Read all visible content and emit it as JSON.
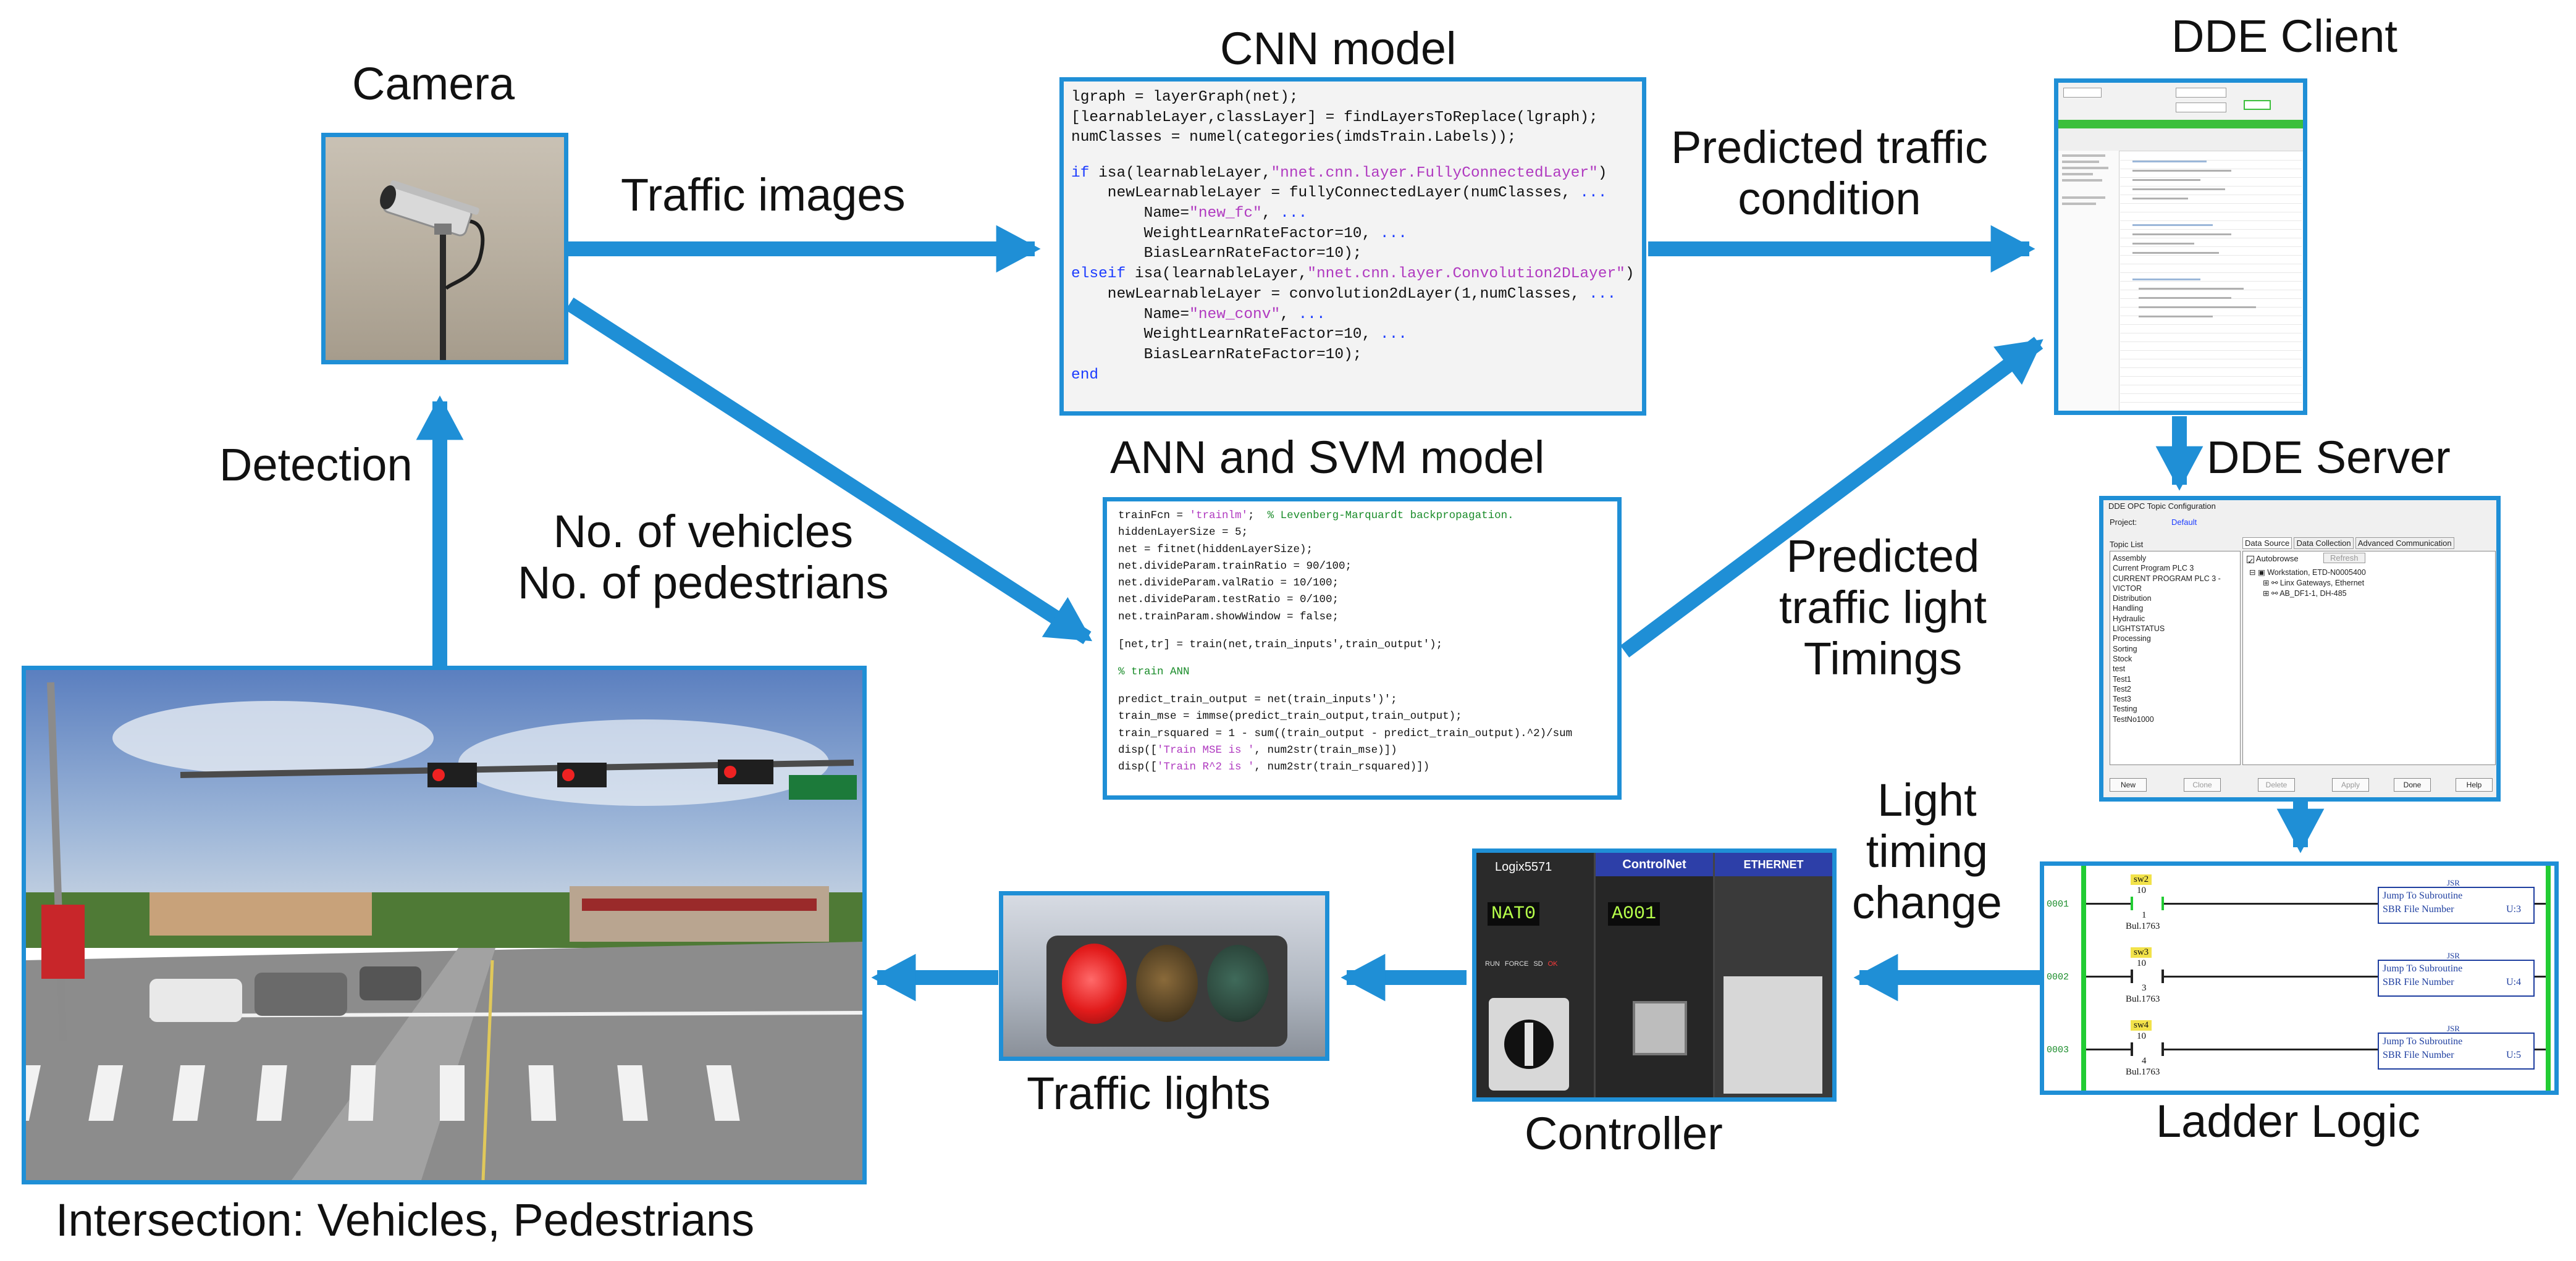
{
  "labels": {
    "camera": "Camera",
    "traffic_images": "Traffic images",
    "cnn_model": "CNN model",
    "predicted_traffic_condition": [
      "Predicted traffic",
      "condition"
    ],
    "dde_client": "DDE Client",
    "detection": "Detection",
    "counts": [
      "No. of vehicles",
      "No. of pedestrians"
    ],
    "ann_svm_model": "ANN and SVM model",
    "predicted_timings": [
      "Predicted",
      "traffic light",
      "Timings"
    ],
    "dde_server": "DDE Server",
    "light_timing_change": [
      "Light",
      "timing",
      "change"
    ],
    "traffic_lights": "Traffic lights",
    "controller": "Controller",
    "ladder_logic": "Ladder Logic",
    "intersection": "Intersection: Vehicles, Pedestrians"
  },
  "cnn_code": [
    [
      {
        "t": "lgraph = layerGraph(net);",
        "c": ""
      }
    ],
    [
      {
        "t": "[learnableLayer,classLayer] = findLayersToReplace(lgraph);",
        "c": ""
      }
    ],
    [
      {
        "t": "numClasses = numel(categories(imdsTrain.Labels));",
        "c": ""
      }
    ],
    [
      {
        "t": "",
        "c": ""
      }
    ],
    [
      {
        "t": "if ",
        "c": "kw"
      },
      {
        "t": "isa(learnableLayer,",
        "c": ""
      },
      {
        "t": "\"nnet.cnn.layer.FullyConnectedLayer\"",
        "c": "str"
      },
      {
        "t": ")",
        "c": ""
      }
    ],
    [
      {
        "t": "    newLearnableLayer = fullyConnectedLayer(numClasses, ",
        "c": ""
      },
      {
        "t": "...",
        "c": "kw"
      }
    ],
    [
      {
        "t": "        Name=",
        "c": ""
      },
      {
        "t": "\"new_fc\"",
        "c": "str"
      },
      {
        "t": ", ",
        "c": ""
      },
      {
        "t": "...",
        "c": "kw"
      }
    ],
    [
      {
        "t": "        WeightLearnRateFactor=10, ",
        "c": ""
      },
      {
        "t": "...",
        "c": "kw"
      }
    ],
    [
      {
        "t": "        BiasLearnRateFactor=10);",
        "c": ""
      }
    ],
    [
      {
        "t": "elseif ",
        "c": "kw"
      },
      {
        "t": "isa(learnableLayer,",
        "c": ""
      },
      {
        "t": "\"nnet.cnn.layer.Convolution2DLayer\"",
        "c": "str"
      },
      {
        "t": ")",
        "c": ""
      }
    ],
    [
      {
        "t": "    newLearnableLayer = convolution2dLayer(1,numClasses, ",
        "c": ""
      },
      {
        "t": "...",
        "c": "kw"
      }
    ],
    [
      {
        "t": "        Name=",
        "c": ""
      },
      {
        "t": "\"new_conv\"",
        "c": "str"
      },
      {
        "t": ", ",
        "c": ""
      },
      {
        "t": "...",
        "c": "kw"
      }
    ],
    [
      {
        "t": "        WeightLearnRateFactor=10, ",
        "c": ""
      },
      {
        "t": "...",
        "c": "kw"
      }
    ],
    [
      {
        "t": "        BiasLearnRateFactor=10);",
        "c": ""
      }
    ],
    [
      {
        "t": "end",
        "c": "kw"
      }
    ]
  ],
  "ann_code": [
    [
      {
        "t": "trainFcn = ",
        "c": ""
      },
      {
        "t": "'trainlm'",
        "c": "str"
      },
      {
        "t": ";  ",
        "c": ""
      },
      {
        "t": "% Levenberg-Marquardt backpropagation.",
        "c": "cm"
      }
    ],
    [
      {
        "t": "hiddenLayerSize = 5;",
        "c": ""
      }
    ],
    [
      {
        "t": "net = fitnet(hiddenLayerSize);",
        "c": ""
      }
    ],
    [
      {
        "t": "net.divideParam.trainRatio = 90/100;",
        "c": ""
      }
    ],
    [
      {
        "t": "net.divideParam.valRatio = 10/100;",
        "c": ""
      }
    ],
    [
      {
        "t": "net.divideParam.testRatio = 0/100;",
        "c": ""
      }
    ],
    [
      {
        "t": "net.trainParam.showWindow = false;",
        "c": ""
      }
    ],
    [
      {
        "t": "",
        "c": ""
      }
    ],
    [
      {
        "t": "[net,tr] = train(net,train_inputs',train_output');",
        "c": ""
      }
    ],
    [
      {
        "t": "",
        "c": ""
      }
    ],
    [
      {
        "t": "% train ANN",
        "c": "cm"
      }
    ],
    [
      {
        "t": "",
        "c": ""
      }
    ],
    [
      {
        "t": "predict_train_output = net(train_inputs')';",
        "c": ""
      }
    ],
    [
      {
        "t": "train_mse = immse(predict_train_output,train_output);",
        "c": ""
      }
    ],
    [
      {
        "t": "train_rsquared = 1 - sum((train_output - predict_train_output).^2)/sum",
        "c": ""
      }
    ],
    [
      {
        "t": "disp([",
        "c": ""
      },
      {
        "t": "'Train MSE is '",
        "c": "str"
      },
      {
        "t": ", num2str(train_mse)])",
        "c": ""
      }
    ],
    [
      {
        "t": "disp([",
        "c": ""
      },
      {
        "t": "'Train R^2 is '",
        "c": "str"
      },
      {
        "t": ", num2str(train_rsquared)])",
        "c": ""
      }
    ]
  ],
  "dde_server": {
    "title": "DDE OPC Topic Configuration",
    "project_label": "Project:",
    "project_value": "Default",
    "topic_list_label": "Topic List",
    "topics": [
      "Assembly",
      "Current Program PLC 3",
      "CURRENT PROGRAM PLC 3 -VICTOR",
      "Distribution",
      "Handling",
      "Hydraulic",
      "LIGHTSTATUS",
      "Processing",
      "Sorting",
      "Stock",
      "test",
      "Test1",
      "Test2",
      "Test3",
      "Testing",
      "TestNo1000"
    ],
    "tabs": [
      "Data Source",
      "Data Collection",
      "Advanced Communication"
    ],
    "autobrowse": "Autobrowse",
    "refresh": "Refresh",
    "tree": [
      "Workstation, ETD-N0005400",
      "Linx Gateways, Ethernet",
      "AB_DF1-1, DH-485"
    ],
    "buttons": [
      "New",
      "Clone",
      "Delete",
      "Apply",
      "Done",
      "Help"
    ]
  },
  "ladder": {
    "rungs": [
      {
        "num": "0001",
        "tag": "sw2",
        "bit": "10",
        "sub": "1",
        "addr": "Bul.1763",
        "file": "U:3"
      },
      {
        "num": "0002",
        "tag": "sw3",
        "bit": "10",
        "sub": "3",
        "addr": "Bul.1763",
        "file": "U:4"
      },
      {
        "num": "0003",
        "tag": "sw4",
        "bit": "10",
        "sub": "4",
        "addr": "Bul.1763",
        "file": "U:5"
      }
    ],
    "jsr_code": "JSR",
    "jsr_title": "Jump To Subroutine",
    "jsr_field": "SBR File Number"
  },
  "controller": {
    "module1": "Logix5571",
    "module2": "ControlNet",
    "module3": "ETHERNET",
    "display1": "NAT0",
    "display2": "A001",
    "leds": [
      "RUN",
      "FORCE",
      "SD",
      "OK"
    ]
  }
}
